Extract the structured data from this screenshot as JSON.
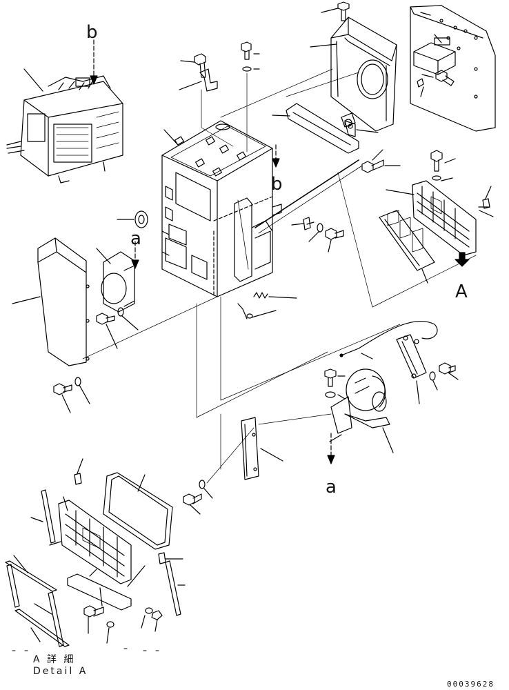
{
  "labels": {
    "view_b_top": "b",
    "view_b_side": "b",
    "view_a_left": "a",
    "view_a_bottom": "a",
    "view_A": "A"
  },
  "detail": {
    "jp": "A 詳 細",
    "en": "Detail A"
  },
  "drawing_number": "00039628"
}
